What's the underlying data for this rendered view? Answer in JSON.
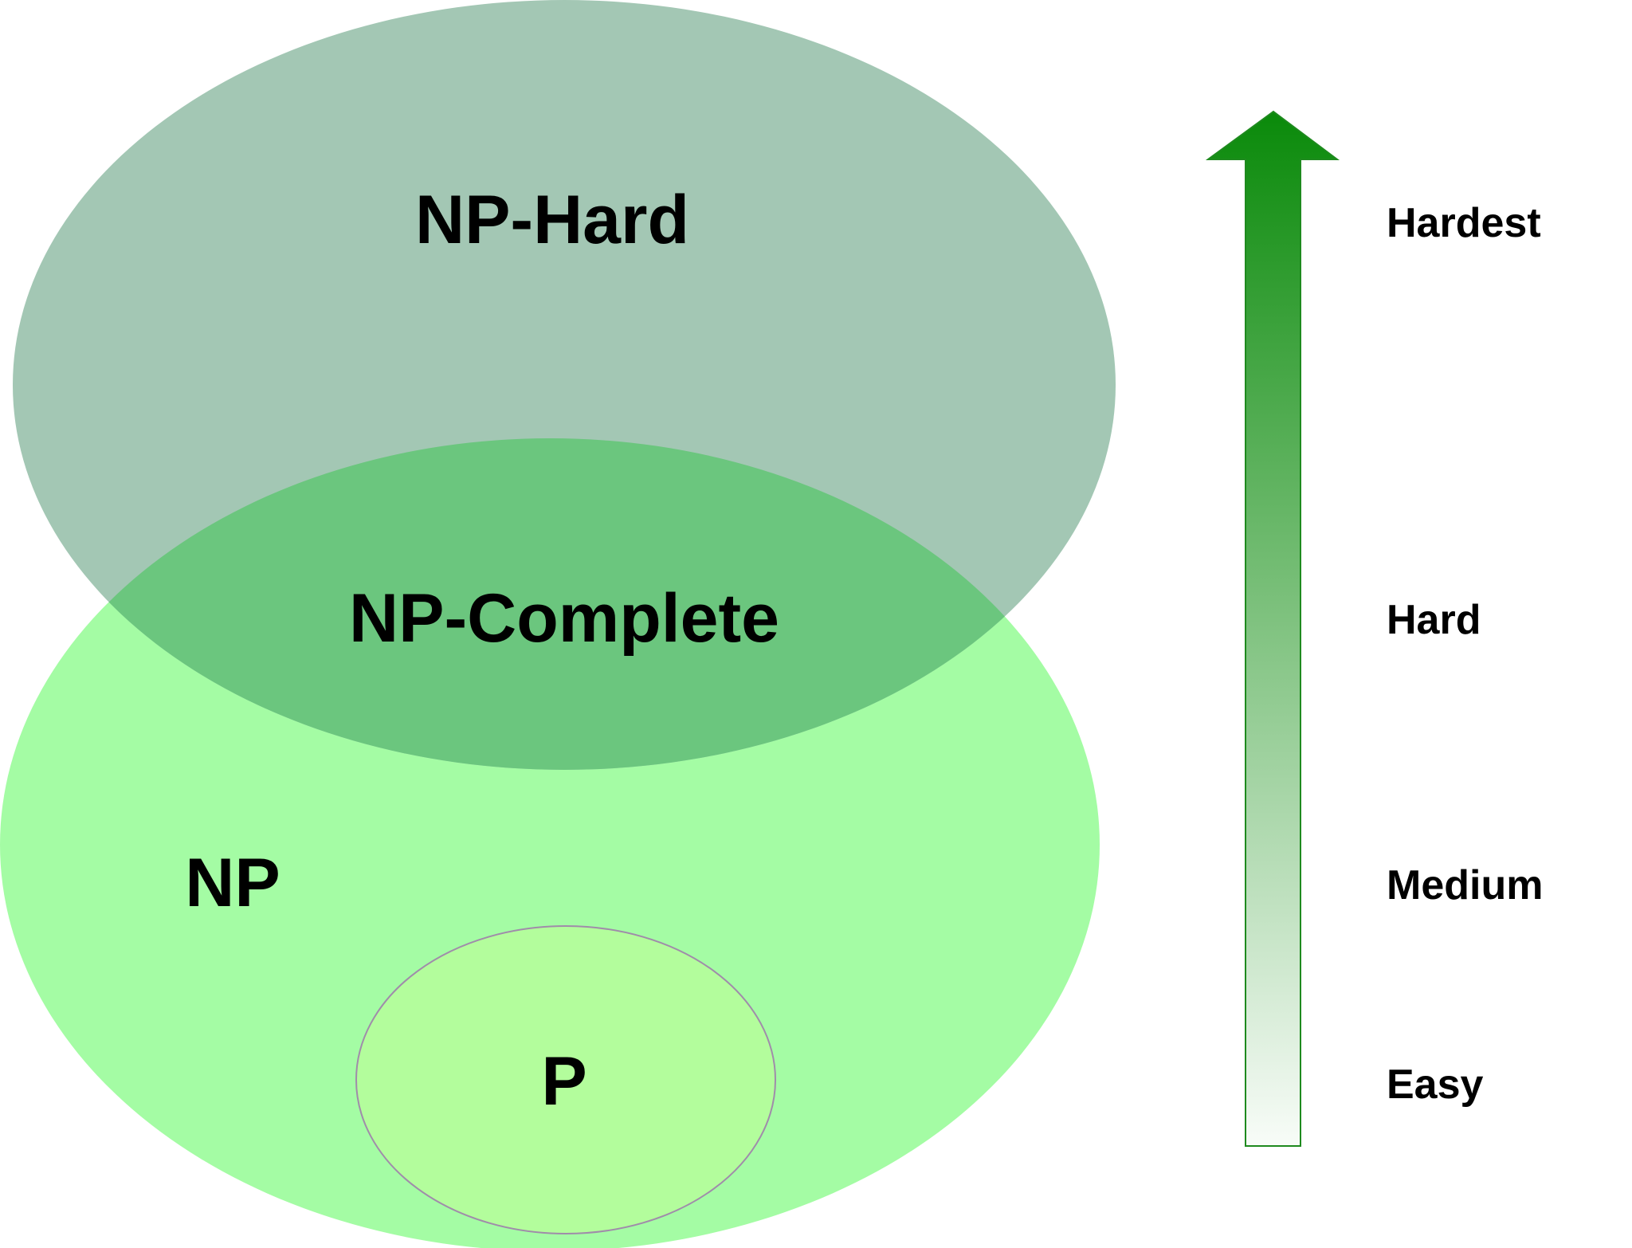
{
  "sets": {
    "np_hard": {
      "label": "NP-Hard"
    },
    "np_complete": {
      "label": "NP-Complete"
    },
    "np": {
      "label": "NP"
    },
    "p": {
      "label": "P"
    }
  },
  "difficulty_scale": {
    "levels": [
      "Hardest",
      "Hard",
      "Medium",
      "Easy"
    ]
  },
  "colors": {
    "np_hard_fill": "#a3c7b4",
    "np_fill": "#a4fca4",
    "overlap_fill": "#6bc67e",
    "p_fill": "#b3fd9c",
    "p_stroke": "#a08caa",
    "arrow_top": "#0a8a0a",
    "arrow_bottom": "#f8fcf8",
    "arrow_stroke": "#1e8a1e"
  }
}
